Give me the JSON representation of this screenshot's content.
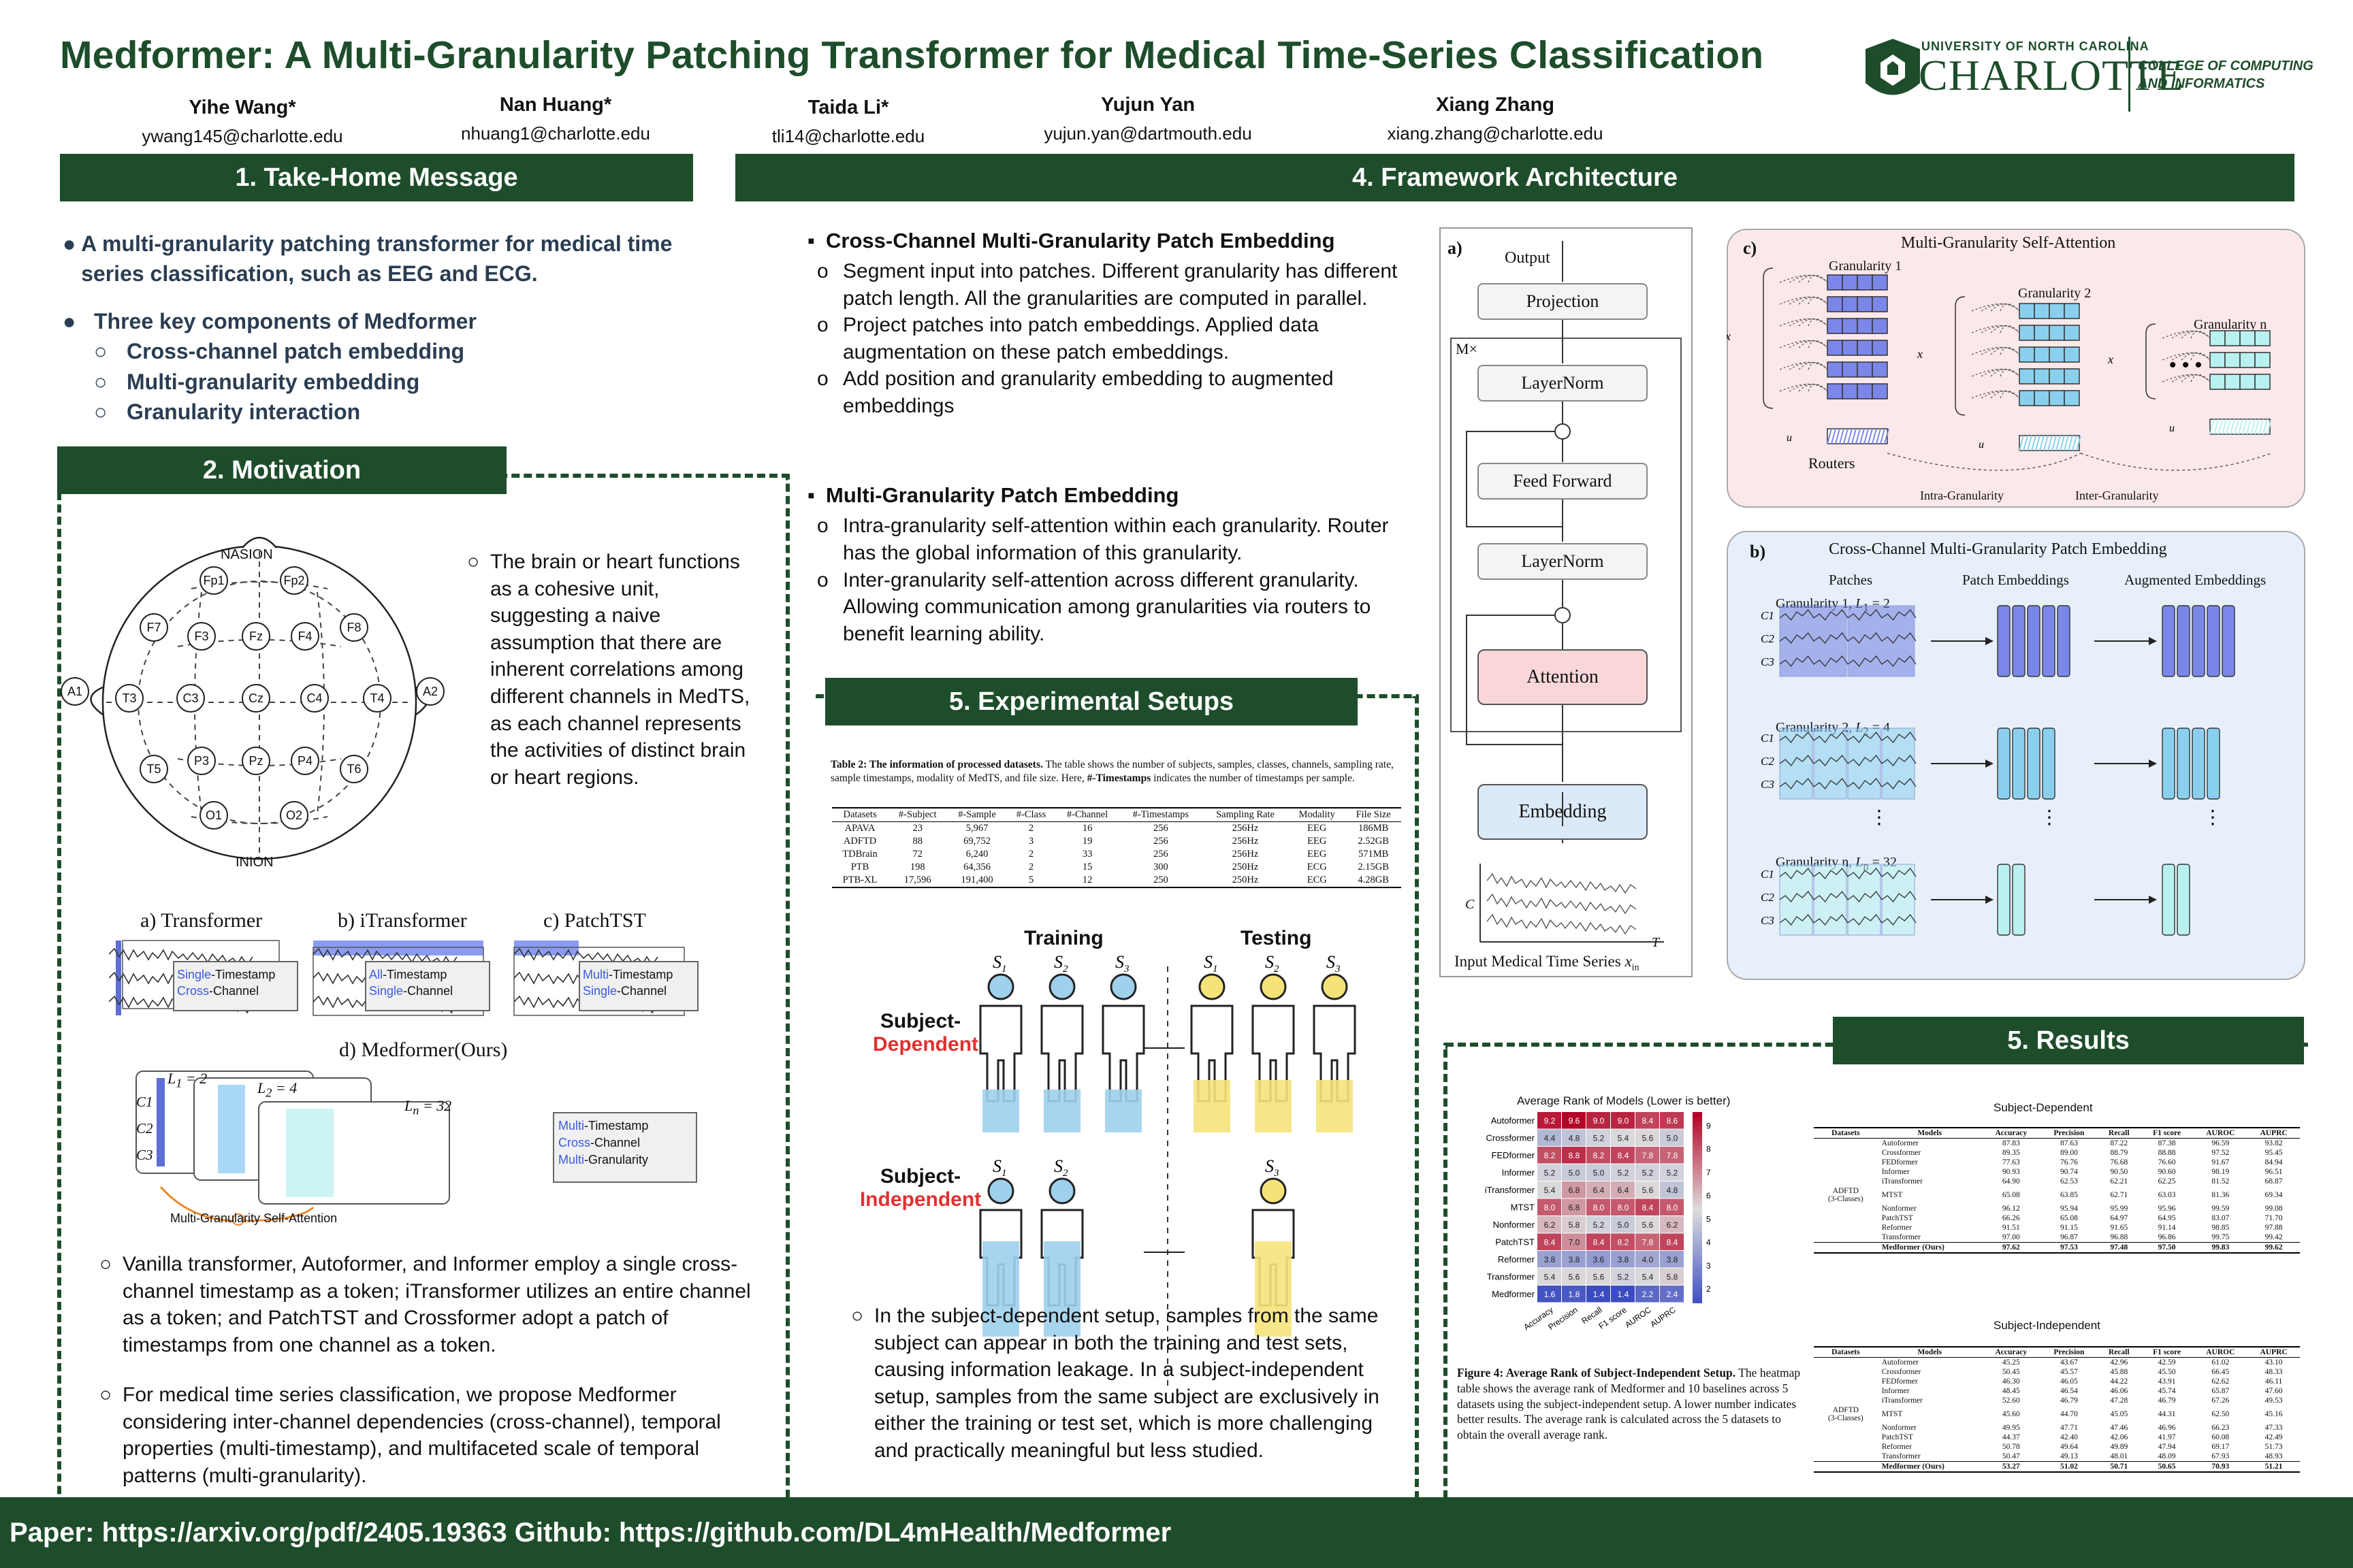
{
  "title": "Medformer: A Multi-Granularity Patching Transformer for Medical Time-Series Classification",
  "authors": [
    {
      "name": "Yihe Wang*",
      "email": "ywang145@charlotte.edu"
    },
    {
      "name": "Nan Huang*",
      "email": "nhuang1@charlotte.edu"
    },
    {
      "name": "Taida Li*",
      "email": "tli14@charlotte.edu"
    },
    {
      "name": "Yujun Yan",
      "email": "yujun.yan@dartmouth.edu"
    },
    {
      "name": "Xiang Zhang",
      "email": "xiang.zhang@charlotte.edu"
    }
  ],
  "logo": {
    "line1": "UNIVERSITY OF NORTH CAROLINA",
    "line2": "CHARLOTTE",
    "college1": "COLLEGE OF COMPUTING",
    "college2": "AND INFORMATICS"
  },
  "sections": {
    "s1": "1. Take-Home Message",
    "s2": "2. Motivation",
    "s4": "4. Framework Architecture",
    "s5": "5. Experimental Setups",
    "s6": "5. Results"
  },
  "takehome": {
    "b1": "A multi-granularity patching transformer for medical time series classification, such as EEG and ECG.",
    "b2": "Three key components of Medformer",
    "sub": [
      "Cross-channel patch embedding",
      "Multi-granularity embedding",
      "Granularity interaction"
    ]
  },
  "motivation": {
    "brain_text": "The brain or heart functions as a cohesive unit, suggesting a naive assumption that there are inherent correlations among different channels in MedTS, as each channel represents the activities of distinct brain or heart regions.",
    "nasion": "NASION",
    "inion": "INION",
    "electrodes": [
      "Fp1",
      "Fp2",
      "F7",
      "F3",
      "Fz",
      "F4",
      "F8",
      "A1",
      "T3",
      "C3",
      "Cz",
      "C4",
      "T4",
      "A2",
      "T5",
      "P3",
      "Pz",
      "P4",
      "T6",
      "O1",
      "O2"
    ],
    "panel_a": "a) Transformer",
    "panel_b": "b) iTransformer",
    "panel_c": "c) PatchTST",
    "panel_d": "d) Medformer(Ours)",
    "a_l1a": "Single",
    "a_l1b": "-Timestamp",
    "a_l2a": "Cross",
    "a_l2b": "-Channel",
    "b_l1a": "All",
    "b_l1b": "-Timestamp",
    "b_l2a": "Single",
    "b_l2b": "-Channel",
    "c_l1a": "Multi",
    "c_l1b": "-Timestamp",
    "c_l2a": "Single",
    "c_l2b": "-Channel",
    "d_l1a": "Multi",
    "d_l1b": "-Timestamp",
    "d_l2a": "Cross",
    "d_l2b": "-Channel",
    "d_l3a": "Multi",
    "d_l3b": "-Granularity",
    "d_caption": "Multi-Granularity Self-Attention",
    "L1": "L",
    "L1s": "1",
    "L1v": " = 2",
    "L2v": " = 4",
    "Lnv": " = 32",
    "p1": "Vanilla transformer, Autoformer, and Informer employ a single cross-channel timestamp as a token; iTransformer utilizes an entire channel as a token; and PatchTST and Crossformer adopt a patch of timestamps from one channel as a token.",
    "p2": "For medical time series classification, we propose Medformer considering inter-channel dependencies (cross-channel), temporal properties (multi-timestamp), and multifaceted scale of temporal patterns (multi-granularity)."
  },
  "framework": {
    "h1": "Cross-Channel Multi-Granularity Patch Embedding",
    "h1_items": [
      "Segment input into patches. Different granularity has different patch length. All the granularities are computed in parallel.",
      "Project patches into patch embeddings. Applied data augmentation on these patch embeddings.",
      "Add position and granularity embedding to augmented embeddings"
    ],
    "h2": "Multi-Granularity Patch Embedding",
    "h2_items": [
      "Intra-granularity self-attention within each granularity. Router has the global information of this granularity.",
      "Inter-granularity self-attention across different granularity. Allowing communication among granularities via routers to benefit learning ability."
    ],
    "diagram_a": {
      "label": "a)",
      "output": "Output",
      "projection": "Projection",
      "mx": "M×",
      "layernorm1": "LayerNorm",
      "feedforward": "Feed Forward",
      "layernorm2": "LayerNorm",
      "attention": "Attention",
      "embedding": "Embedding",
      "input": "Input Medical Time Series",
      "c": "C",
      "t": "T",
      "xin": "x"
    },
    "diagram_c": {
      "label": "c)",
      "title": "Multi-Granularity Self-Attention",
      "g1": "Granularity 1",
      "g2": "Granularity 2",
      "gn": "Granularity n",
      "routers": "Routers",
      "intra": "Intra-Granularity",
      "inter": "Inter-Granularity"
    },
    "diagram_b": {
      "label": "b)",
      "title": "Cross-Channel Multi-Granularity  Patch  Embedding",
      "patches": "Patches",
      "patch_emb": "Patch  Embeddings",
      "aug_emb": "Augmented  Embeddings",
      "g1": "Granularity 1, ",
      "g1v": "L",
      "g2": "Granularity 2, ",
      "gn": "Granularity n, ",
      "c1": "C1",
      "c2": "C2",
      "c3": "C3"
    }
  },
  "setups": {
    "table_caption_bold": "Table 2: The information of processed datasets.",
    "table_caption": " The table shows the number of subjects, samples, classes, channels, sampling rate, sample timestamps, modality of MedTS, and file size. Here, ",
    "table_caption_bold2": "#-Timestamps",
    "table_caption_end": " indicates the number of timestamps per sample.",
    "headers": [
      "Datasets",
      "#-Subject",
      "#-Sample",
      "#-Class",
      "#-Channel",
      "#-Timestamps",
      "Sampling Rate",
      "Modality",
      "File Size"
    ],
    "rows": [
      [
        "APAVA",
        "23",
        "5,967",
        "2",
        "16",
        "256",
        "256Hz",
        "EEG",
        "186MB"
      ],
      [
        "ADFTD",
        "88",
        "69,752",
        "3",
        "19",
        "256",
        "256Hz",
        "EEG",
        "2.52GB"
      ],
      [
        "TDBrain",
        "72",
        "6,240",
        "2",
        "33",
        "256",
        "256Hz",
        "EEG",
        "571MB"
      ],
      [
        "PTB",
        "198",
        "64,356",
        "2",
        "15",
        "300",
        "250Hz",
        "ECG",
        "2.15GB"
      ],
      [
        "PTB-XL",
        "17,596",
        "191,400",
        "5",
        "12",
        "250",
        "250Hz",
        "ECG",
        "4.28GB"
      ]
    ],
    "training": "Training",
    "testing": "Testing",
    "dep1": "Subject-",
    "dep2": "Dependent",
    "ind1": "Subject-",
    "ind2": "Independent",
    "s": "S",
    "text": "In the subject-dependent setup, samples from the same subject can appear in both the training and test sets, causing information leakage. In a subject-independent setup, samples from the same subject are exclusively in either the training or test set, which is more challenging and practically meaningful but less studied."
  },
  "heatmap": {
    "title": "Average Rank of Models (Lower is better)",
    "models": [
      "Autoformer",
      "Crossformer",
      "FEDformer",
      "Informer",
      "iTransformer",
      "MTST",
      "Nonformer",
      "PatchTST",
      "Reformer",
      "Transformer",
      "Medformer"
    ],
    "metrics": [
      "Accuracy",
      "Precision",
      "Recall",
      "F1 score",
      "AUROC",
      "AUPRC"
    ],
    "values": [
      [
        9.2,
        9.6,
        9.0,
        9.0,
        8.4,
        8.6
      ],
      [
        4.4,
        4.8,
        5.2,
        5.4,
        5.6,
        5.0
      ],
      [
        8.2,
        8.8,
        8.2,
        8.4,
        7.8,
        7.8
      ],
      [
        5.2,
        5.0,
        5.0,
        5.2,
        5.2,
        5.2
      ],
      [
        5.4,
        6.8,
        6.4,
        6.4,
        5.6,
        4.8
      ],
      [
        8.0,
        6.8,
        8.0,
        8.0,
        8.4,
        8.0
      ],
      [
        6.2,
        5.8,
        5.2,
        5.0,
        5.6,
        6.2
      ],
      [
        8.4,
        7.0,
        8.4,
        8.2,
        7.8,
        8.4
      ],
      [
        3.8,
        3.8,
        3.6,
        3.8,
        4.0,
        3.8
      ],
      [
        5.4,
        5.6,
        5.6,
        5.2,
        5.4,
        5.8
      ],
      [
        1.6,
        1.8,
        1.4,
        1.4,
        2.2,
        2.4
      ]
    ],
    "ticks": [
      "9",
      "8",
      "7",
      "6",
      "5",
      "4",
      "3",
      "2"
    ],
    "fig_bold": "Figure 4: Average Rank of Subject-Independent Setup.",
    "fig_text": " The heatmap table shows the average rank of Medformer and 10 baselines across 5 datasets using the subject-independent setup. A lower number indicates better results. The average rank is calculated across the 5 datasets to obtain the overall average rank."
  },
  "results": {
    "dep_title": "Subject-Dependent",
    "ind_title": "Subject-Independent",
    "headers": [
      "Datasets",
      "Models",
      "Accuracy",
      "Precision",
      "Recall",
      "F1 score",
      "AUROC",
      "AUPRC"
    ],
    "dataset": "ADFTD",
    "dataset_sub": "(3-Classes)",
    "dep_rows": [
      [
        "Autoformer",
        "87.83",
        "87.63",
        "87.22",
        "87.38",
        "96.59",
        "93.82"
      ],
      [
        "Crossformer",
        "89.35",
        "89.00",
        "88.79",
        "88.88",
        "97.52",
        "95.45"
      ],
      [
        "FEDformer",
        "77.63",
        "76.76",
        "76.68",
        "76.60",
        "91.67",
        "84.94"
      ],
      [
        "Informer",
        "90.93",
        "90.74",
        "90.50",
        "90.60",
        "98.19",
        "96.51"
      ],
      [
        "iTransformer",
        "64.90",
        "62.53",
        "62.21",
        "62.25",
        "81.52",
        "68.87"
      ],
      [
        "MTST",
        "65.08",
        "63.85",
        "62.71",
        "63.03",
        "81.36",
        "69.34"
      ],
      [
        "Nonformer",
        "96.12",
        "95.94",
        "95.99",
        "95.96",
        "99.59",
        "99.08"
      ],
      [
        "PatchTST",
        "66.26",
        "65.08",
        "64.97",
        "64.95",
        "83.07",
        "71.70"
      ],
      [
        "Reformer",
        "91.51",
        "91.15",
        "91.65",
        "91.14",
        "98.85",
        "97.88"
      ],
      [
        "Transformer",
        "97.00",
        "96.87",
        "96.88",
        "96.86",
        "99.75",
        "99.42"
      ],
      [
        "Medformer (Ours)",
        "97.62",
        "97.53",
        "97.48",
        "97.50",
        "99.83",
        "99.62"
      ]
    ],
    "ind_rows": [
      [
        "Autoformer",
        "45.25",
        "43.67",
        "42.96",
        "42.59",
        "61.02",
        "43.10"
      ],
      [
        "Crossformer",
        "50.45",
        "45.57",
        "45.88",
        "45.50",
        "66.45",
        "48.33"
      ],
      [
        "FEDformer",
        "46.30",
        "46.05",
        "44.22",
        "43.91",
        "62.62",
        "46.11"
      ],
      [
        "Informer",
        "48.45",
        "46.54",
        "46.06",
        "45.74",
        "65.87",
        "47.60"
      ],
      [
        "iTransformer",
        "52.60",
        "46.79",
        "47.28",
        "46.79",
        "67.26",
        "49.53"
      ],
      [
        "MTST",
        "45.60",
        "44.70",
        "45.05",
        "44.31",
        "62.50",
        "45.16"
      ],
      [
        "Nonformer",
        "49.95",
        "47.71",
        "47.46",
        "46.96",
        "66.23",
        "47.33"
      ],
      [
        "PatchTST",
        "44.37",
        "42.40",
        "42.06",
        "41.97",
        "60.08",
        "42.49"
      ],
      [
        "Reformer",
        "50.78",
        "49.64",
        "49.89",
        "47.94",
        "69.17",
        "51.73"
      ],
      [
        "Transformer",
        "50.47",
        "49.13",
        "48.01",
        "48.09",
        "67.93",
        "48.93"
      ],
      [
        "Medformer (Ours)",
        "53.27",
        "51.02",
        "50.71",
        "50.65",
        "70.93",
        "51.21"
      ]
    ]
  },
  "footer": "Paper: https://arxiv.org/pdf/2405.19363   Github: https://github.com/DL4mHealth/Medformer",
  "colors": {
    "brand": "#1e4d2b",
    "attention": "#f9d7d9",
    "embedding": "#dbe9f8",
    "panel_c_bg": "#fbe8ea",
    "panel_b_bg": "#e7f0fa"
  }
}
